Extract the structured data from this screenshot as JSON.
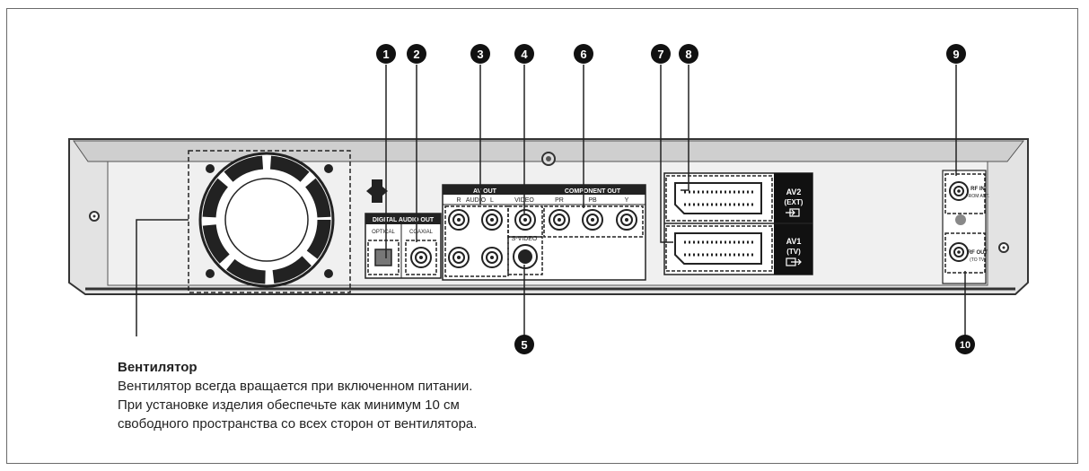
{
  "callouts": [
    "1",
    "2",
    "3",
    "4",
    "5",
    "6",
    "7",
    "8",
    "9",
    "10"
  ],
  "panel": {
    "digital_audio_out": "DIGITAL AUDIO OUT",
    "optical": "OPTICAL",
    "coaxial": "COAXIAL",
    "av_out": "AV OUT",
    "audio_r": "R",
    "audio": "AUDIO",
    "audio_l": "L",
    "video": "VIDEO",
    "s_video": "S-VIDEO",
    "component_out": "COMPONENT OUT",
    "pr": "PR",
    "pb": "PB",
    "y": "Y",
    "av2": "AV2",
    "av2_ext": "(EXT)",
    "av1": "AV1",
    "av1_tv": "(TV)",
    "rf_in": "RF IN",
    "rf_in_from": "FROM ANT.",
    "rf_out": "RF OUT",
    "rf_out_to": "(TO TV)"
  },
  "fan_note": {
    "title": "Вентилятор",
    "lines": [
      "Вентилятор всегда вращается при включенном питании.",
      "При установке изделия обеспечьте как минимум 10 см",
      "свободного пространства со всех сторон от вентилятора."
    ]
  }
}
